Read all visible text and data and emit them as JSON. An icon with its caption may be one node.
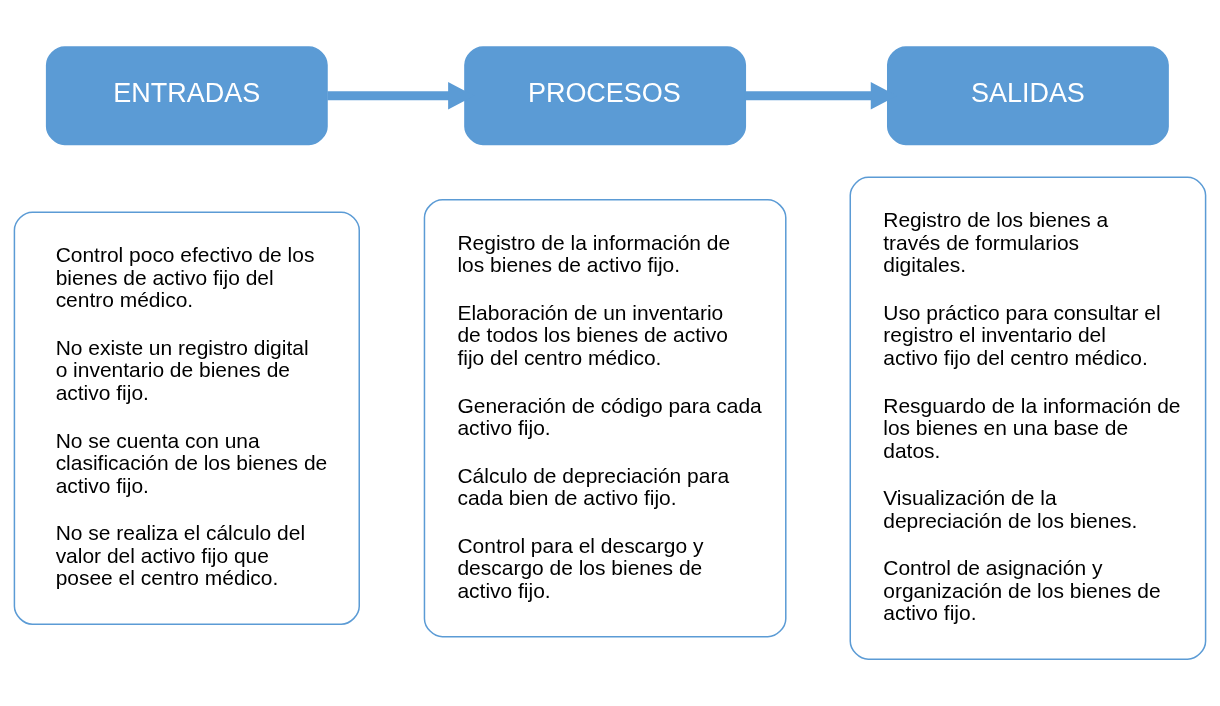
{
  "diagram": {
    "nodes": [
      {
        "text": [
          "ENTRADAS"
        ]
      },
      {
        "text": [
          "Control poco efectivo de los bienes de activo fijo del centro médico.",
          "No existe un registro digital o inventario de bienes de activo fijo.",
          "No se cuenta con una clasificación de los bienes de activo fijo.",
          "No se realiza el cálculo del valor del activo fijo que posee el centro médico."
        ]
      },
      {
        "text": [
          "PROCESOS"
        ]
      },
      {
        "text": [
          "Registro de la información de los bienes de activo fijo.",
          "Elaboración de un inventario de todos los bienes de activo fijo del centro médico.",
          "Generación de código para cada activo fijo.",
          "Cálculo de depreciación para cada bien de activo fijo.",
          "Control para el descargo y descargo de los bienes de activo fijo."
        ]
      },
      {
        "text": [
          "SALIDAS"
        ]
      },
      {
        "text": [
          "Registro de los bienes a través de formularios digitales.",
          "Uso práctico para consultar el registro el inventario del activo fijo del centro médico.",
          "Resguardo de la información de los bienes en una base de datos.",
          "Visualización de la depreciación de los bienes.",
          "Control de asignación y organización de los bienes de activo fijo."
        ]
      }
    ],
    "edges": [
      {
        "from": 0,
        "to": 2,
        "arrow": "to"
      },
      {
        "from": 2,
        "to": 4,
        "arrow": "to"
      }
    ]
  }
}
